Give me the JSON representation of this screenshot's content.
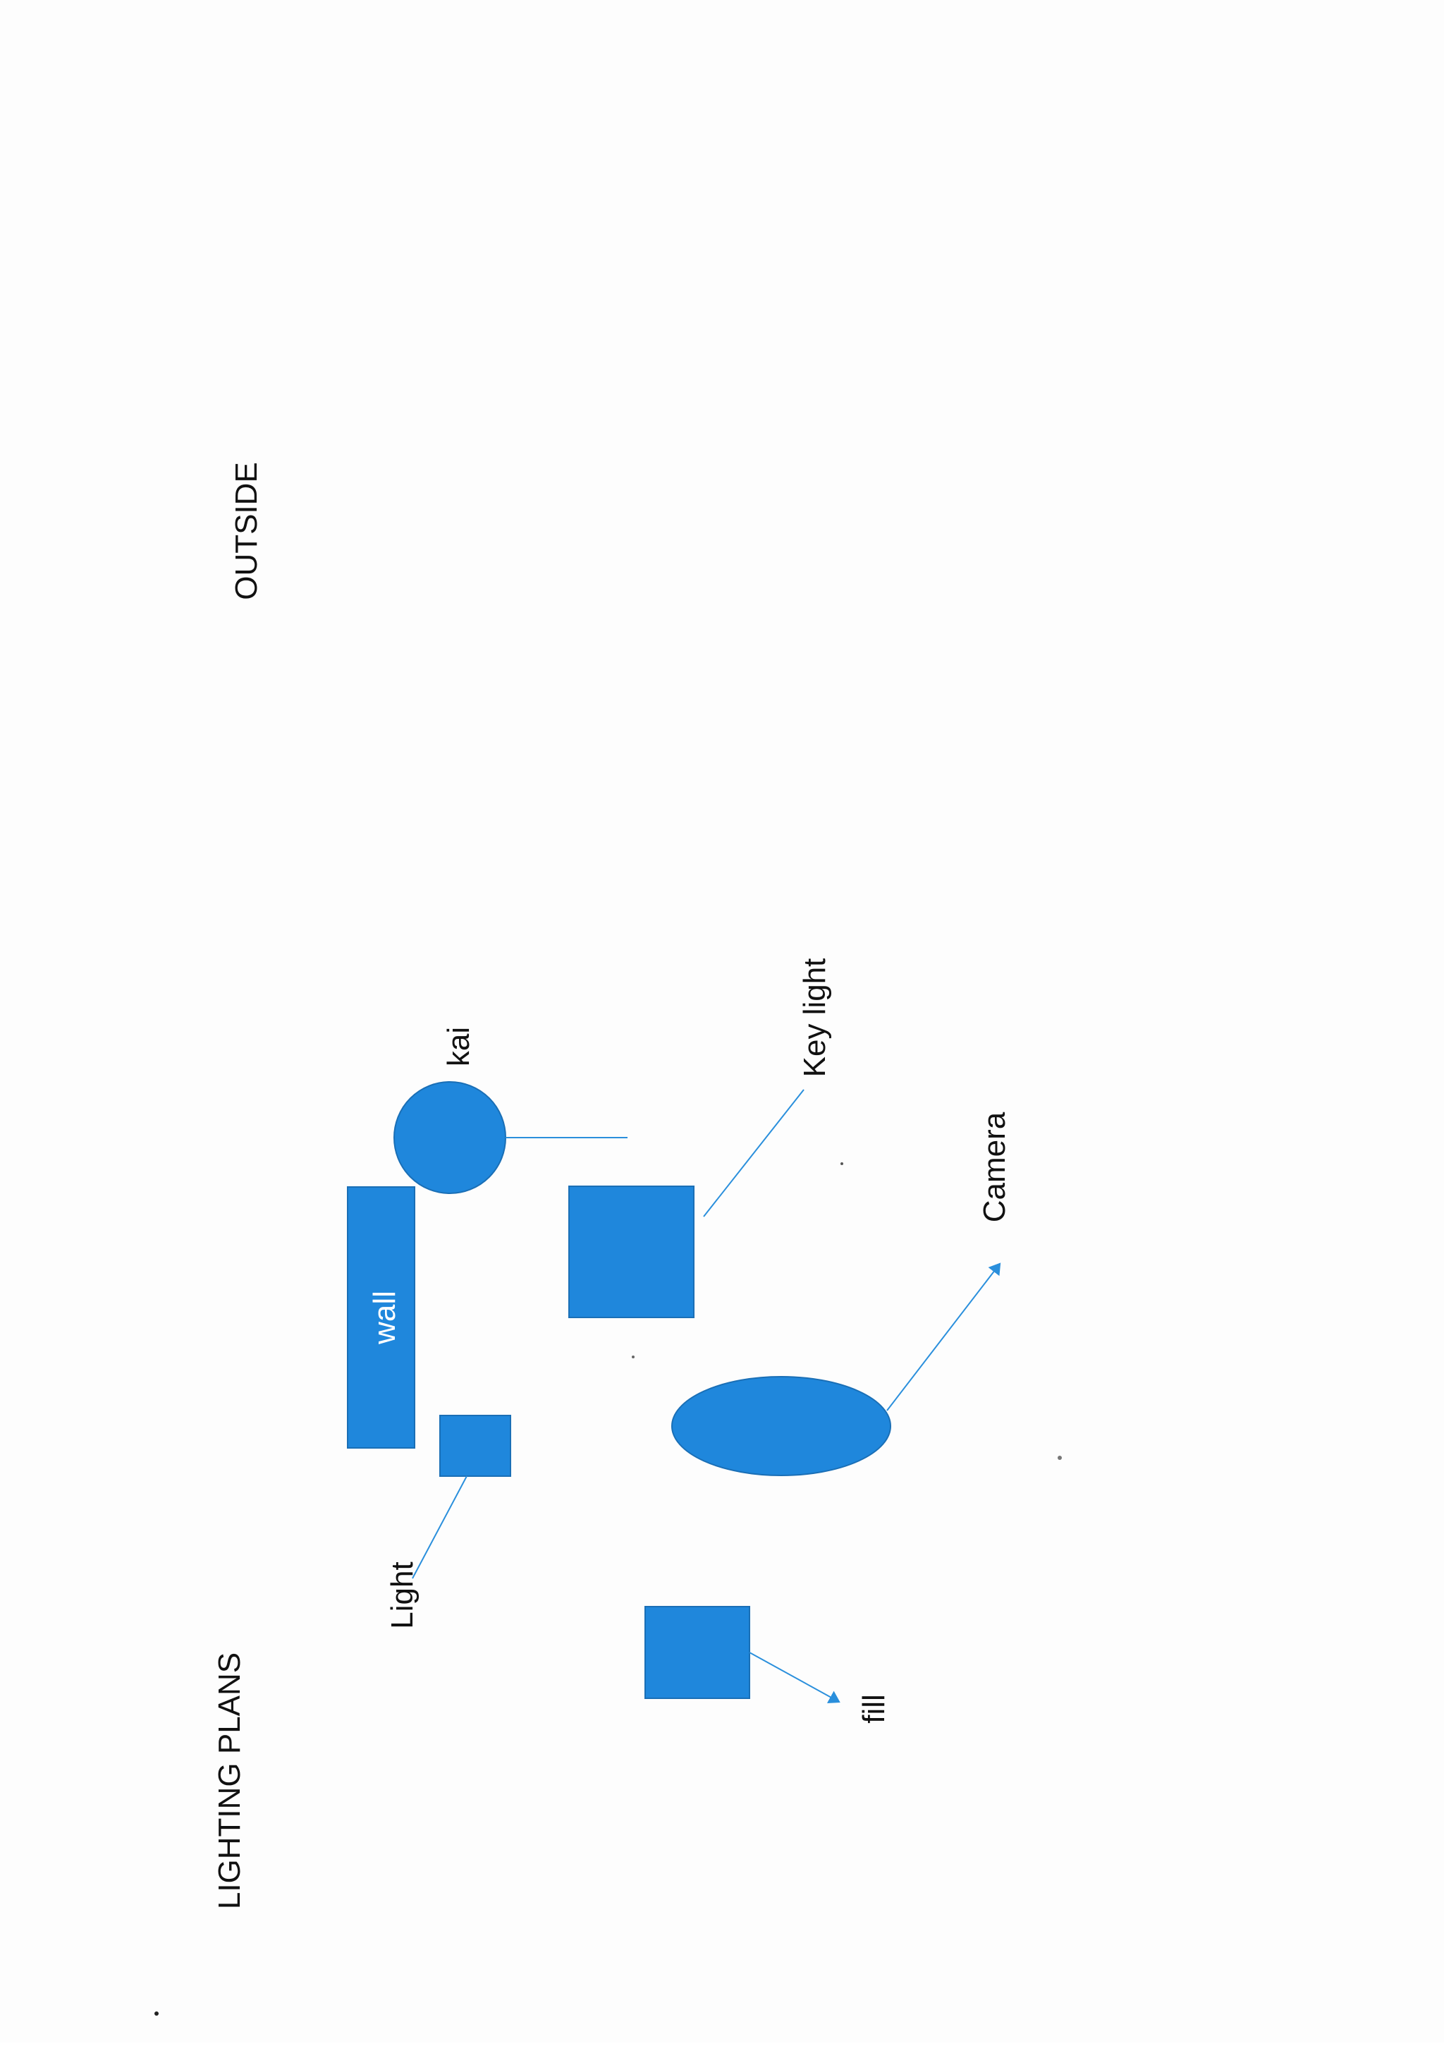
{
  "page": {
    "title": "LIGHTING PLANS",
    "location": "OUTSIDE"
  },
  "diagram": {
    "labels": {
      "wall": "wall",
      "kai": "kai",
      "key_light": "Key light",
      "camera": "Camera",
      "light": "Light",
      "fill": "fill"
    },
    "colors": {
      "shape_fill": "#1f87dc",
      "shape_stroke": "#1a6fb6",
      "connector": "#2a8fdc",
      "text": "#111111",
      "background": "#fdfdfd"
    }
  }
}
